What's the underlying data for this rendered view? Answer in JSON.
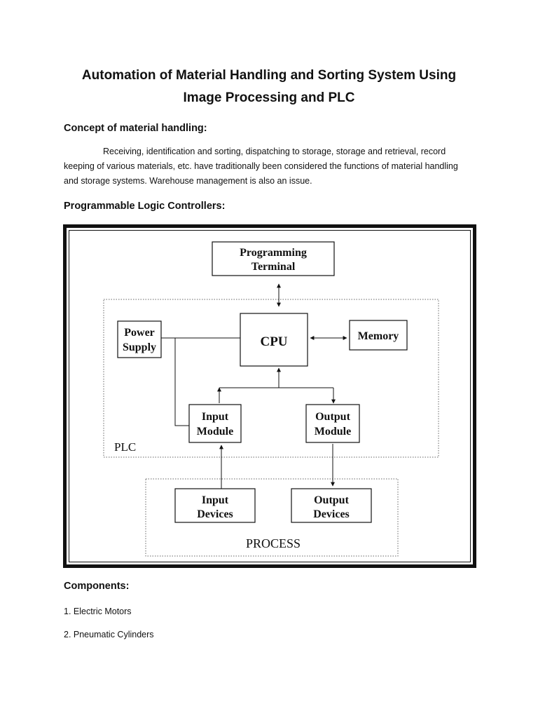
{
  "document": {
    "title_line1": "Automation of Material Handling and Sorting System Using",
    "title_line2": "Image Processing and PLC",
    "section1": {
      "heading": "Concept of material handling:",
      "paragraph_line1": "Receiving, identification and sorting, dispatching to storage, storage and retrieval, record",
      "paragraph_line2": "keeping of various materials, etc. have traditionally been considered the functions of material handling",
      "paragraph_line3": "and storage systems. Warehouse management is also an issue."
    },
    "section2": {
      "heading": "Programmable Logic Controllers:"
    },
    "diagram": {
      "programming_terminal": [
        "Programming",
        "Terminal"
      ],
      "power_supply": [
        "Power",
        "Supply"
      ],
      "cpu": "CPU",
      "memory": "Memory",
      "input_module": [
        "Input",
        "Module"
      ],
      "output_module": [
        "Output",
        "Module"
      ],
      "plc_label": "PLC",
      "input_devices": [
        "Input",
        "Devices"
      ],
      "output_devices": [
        "Output",
        "Devices"
      ],
      "process_label": "PROCESS"
    },
    "section3": {
      "heading": "Components:",
      "items": [
        "1. Electric Motors",
        "2. Pneumatic Cylinders"
      ]
    }
  }
}
